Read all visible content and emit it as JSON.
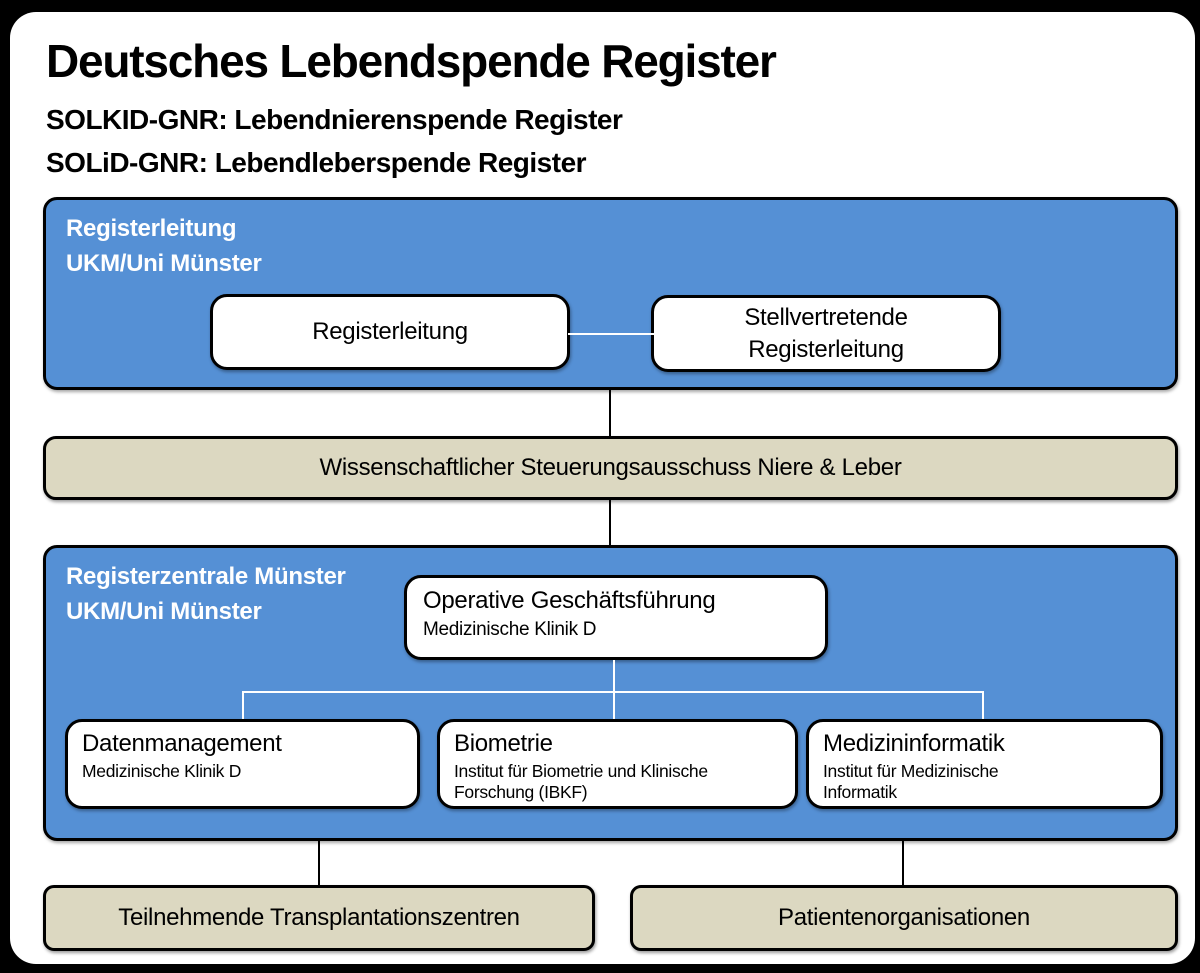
{
  "header": {
    "title": "Deutsches Lebendspende Register",
    "subtitle1": "SOLKID-GNR: Lebendnierenspende Register",
    "subtitle2": "SOLiD-GNR: Lebendleberspende Register"
  },
  "colors": {
    "blue": "#5590d5",
    "tan": "#dcd8c1",
    "line": "#000000",
    "white_line": "#ffffff"
  },
  "sections": {
    "leadership": {
      "label": "Registerleitung\nUKM/Uni Münster",
      "lead": "Registerleitung",
      "deputy": "Stellvertretende\nRegisterleitung"
    },
    "steering": {
      "label": "Wissenschaftlicher Steuerungsausschuss Niere & Leber"
    },
    "center": {
      "label": "Registerzentrale Münster\nUKM/Uni Münster",
      "management": {
        "title": "Operative Geschäftsführung",
        "sub": "Medizinische Klinik D"
      },
      "children": [
        {
          "title": "Datenmanagement",
          "sub": "Medizinische Klinik D"
        },
        {
          "title": "Biometrie",
          "sub": "Institut für Biometrie und Klinische\nForschung (IBKF)"
        },
        {
          "title": "Medizininformatik",
          "sub": "Institut für Medizinische\nInformatik"
        }
      ]
    },
    "bottom": {
      "left": "Teilnehmende Transplantationszentren",
      "right": "Patientenorganisationen"
    }
  }
}
